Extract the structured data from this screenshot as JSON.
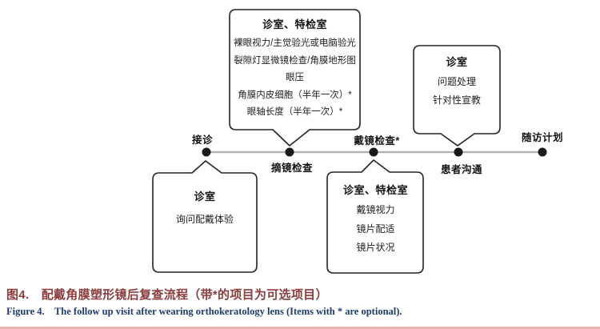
{
  "figure": {
    "caption_zh": "图4.　配戴角膜塑形镜后复查流程（带*的项目为可选项目）",
    "caption_en": "Figure 4.    The follow up visit after wearing orthokeratology lens (Items with * are optional)."
  },
  "timeline": {
    "stops": [
      {
        "label": "接诊"
      },
      {
        "label": "摘镜检查"
      },
      {
        "label": "戴镜检查*"
      },
      {
        "label": "患者沟通"
      },
      {
        "label": "随访计划"
      }
    ]
  },
  "bubbles": {
    "top_middle": {
      "title": "诊室、特检室",
      "items": [
        "裸眼视力/主觉验光或电脑验光",
        "裂隙灯显微镜检查/角膜地形图",
        "眼压",
        "角膜内皮细胞（半年一次）*",
        "眼轴长度（半年一次）*"
      ]
    },
    "top_right": {
      "title": "诊室",
      "items": [
        "问题处理",
        "针对性宣教"
      ]
    },
    "bottom_left": {
      "title": "诊室",
      "items": [
        "询问配戴体验"
      ]
    },
    "bottom_middle": {
      "title": "诊室、特检室",
      "items": [
        "戴镜视力",
        "镜片配适",
        "镜片状况"
      ]
    }
  },
  "colors": {
    "caption_zh": "#8b3c3c",
    "caption_en": "#1c3b6e",
    "timeline_line": "#b3b3b3",
    "timeline_dot": "#1a1a1a",
    "bubble_border": "#222222",
    "bottom_rule": "#e7b3b3"
  }
}
